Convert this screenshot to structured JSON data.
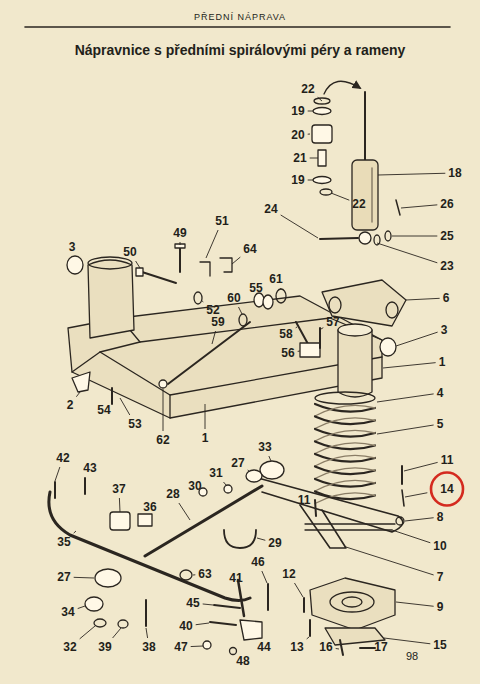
{
  "diagram": {
    "title": "Nápravnice s předními spirálovými péry a rameny",
    "nodes": [
      {
        "text": [
          "14"
        ]
      }
    ],
    "labels": [
      "PŘEDNÍ NÁPRAVA",
      "22",
      "19",
      "20",
      "21",
      "19",
      "22",
      "18",
      "26",
      "25",
      "23",
      "24",
      "49",
      "51",
      "64",
      "3",
      "50",
      "61",
      "55",
      "60",
      "52",
      "59",
      "58",
      "57",
      "6",
      "56",
      "3",
      "1",
      "2",
      "54",
      "53",
      "62",
      "1",
      "4",
      "5",
      "42",
      "43",
      "33",
      "27",
      "31",
      "11",
      "37",
      "30",
      "28",
      "11",
      "36",
      "8",
      "35",
      "29",
      "10",
      "27",
      "63",
      "41",
      "46",
      "12",
      "7",
      "45",
      "34",
      "9",
      "40",
      "32",
      "39",
      "38",
      "47",
      "44",
      "13",
      "16",
      "17",
      "15",
      "48",
      "98"
    ]
  }
}
